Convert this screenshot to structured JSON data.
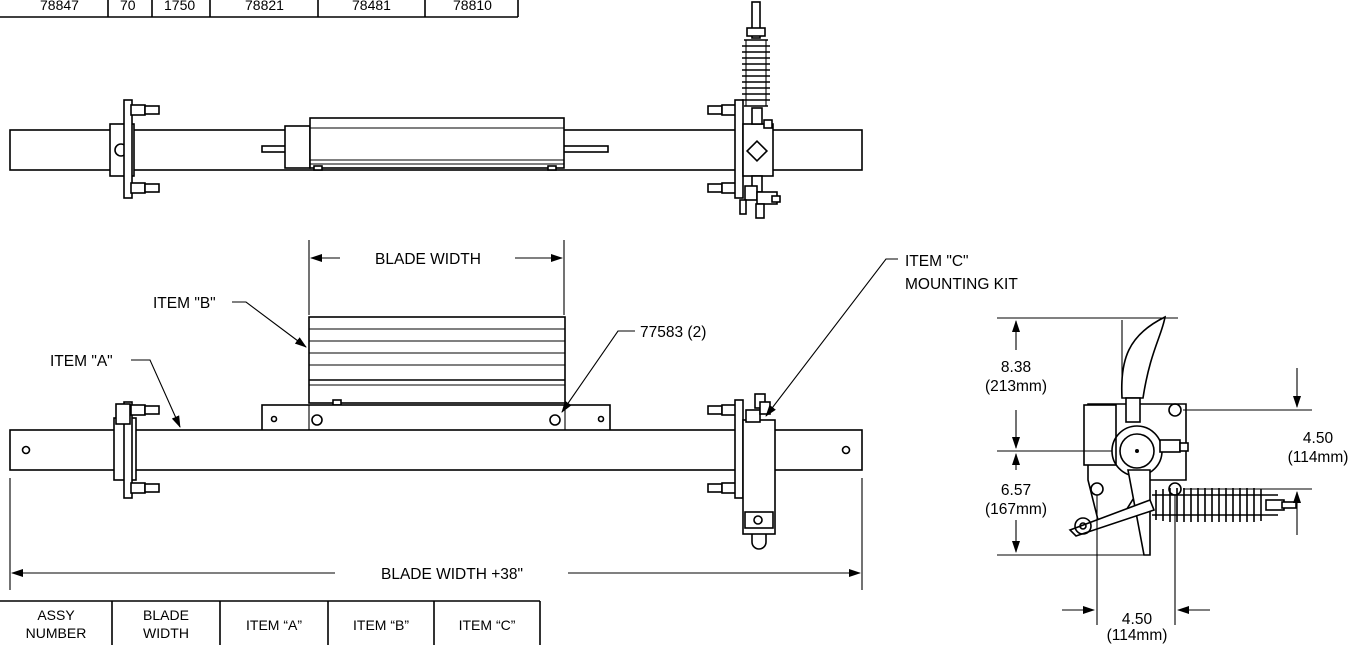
{
  "top_table": {
    "values": [
      "78847",
      "70",
      "1750",
      "78821",
      "78481",
      "78810"
    ]
  },
  "labels": {
    "blade_width": "BLADE WIDTH",
    "item_b": "ITEM \"B\"",
    "item_a": "ITEM \"A\"",
    "part_77583": "77583 (2)",
    "item_c_line1": "ITEM \"C\"",
    "item_c_line2": "MOUNTING KIT",
    "overall_width": "BLADE WIDTH +38\""
  },
  "dimensions": {
    "upper_in": "8.38",
    "upper_mm": "(213mm)",
    "lower_in": "6.57",
    "lower_mm": "(167mm)",
    "right_in": "4.50",
    "right_mm": "(114mm)",
    "bottom_in": "4.50",
    "bottom_mm": "(114mm)"
  },
  "bottom_table": {
    "headers": [
      [
        "ASSY",
        "NUMBER"
      ],
      [
        "BLADE",
        "WIDTH"
      ],
      [
        "ITEM “A”"
      ],
      [
        "ITEM “B”"
      ],
      [
        "ITEM “C”"
      ]
    ]
  }
}
